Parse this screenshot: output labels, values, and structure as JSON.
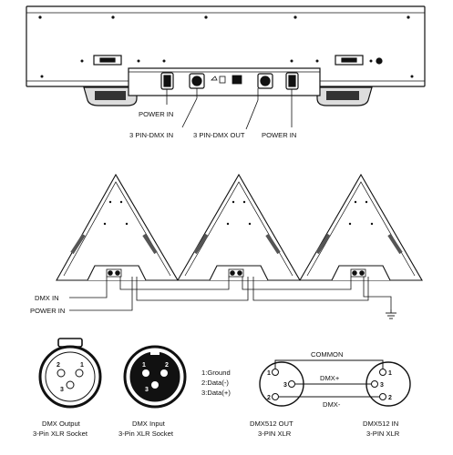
{
  "top_panel": {
    "labels": {
      "power_in_left": "POWER IN",
      "dmx_in": "3 PIN-DMX IN",
      "dmx_out": "3 PIN-DMX OUT",
      "power_in_right": "POWER IN"
    }
  },
  "triangle_chain": {
    "labels": {
      "dmx_in": "DMX IN",
      "power_in": "POWER IN"
    }
  },
  "xlr_connectors": {
    "output": {
      "caption_line1": "DMX Output",
      "caption_line2": "3-Pin XLR Socket",
      "pins": [
        "1",
        "2",
        "3"
      ]
    },
    "input": {
      "caption_line1": "DMX Input",
      "caption_line2": "3-Pin XLR Socket",
      "pins": [
        "1",
        "2",
        "3"
      ]
    },
    "legend": [
      "1:Ground",
      "2:Data(-)",
      "3:Data(+)"
    ]
  },
  "wiring": {
    "common_label": "COMMON",
    "dmx_plus": "DMX+",
    "dmx_minus": "DMX-",
    "out_connector": {
      "line1": "DMX512 OUT",
      "line2": "3-PIN XLR",
      "pins": [
        "1",
        "3",
        "2"
      ]
    },
    "in_connector": {
      "line1": "DMX512 IN",
      "line2": "3-PIN XLR",
      "pins": [
        "1",
        "3",
        "2"
      ]
    }
  }
}
